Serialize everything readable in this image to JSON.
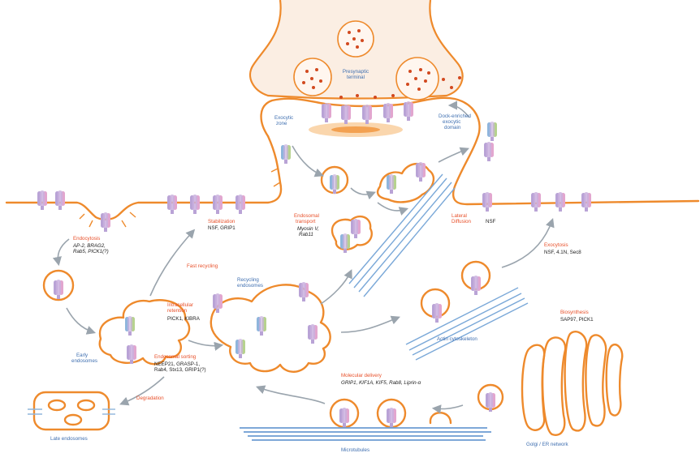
{
  "presynaptic_label": [
    "Presynaptic",
    "terminal"
  ],
  "exocytic_zone": [
    "Exocytic",
    "zone"
  ],
  "dock_domain": [
    "Dock-enriched",
    "exocytic",
    "domain"
  ],
  "endocytosis": {
    "title": "Endocytosis",
    "proteins": [
      "AP-2, BRAG2,",
      "Rab5, PICK1(?)"
    ]
  },
  "stabilization": {
    "title": "Stabilization",
    "proteins": "NSF, GRIP1"
  },
  "endosomal_transport": {
    "title": [
      "Endosomal",
      "transport"
    ],
    "proteins": [
      "Myosin V,",
      "Rab11"
    ]
  },
  "lateral_diffusion": {
    "title": [
      "Lateral",
      "Diffusion"
    ],
    "proteins": "NSF"
  },
  "exocytosis": {
    "title": "Exocytosis",
    "proteins": "NSF, 4.1N, Sec8"
  },
  "fast_recycling": "Fast recycling",
  "recycling_endosomes": [
    "Recycling",
    "endosomes"
  ],
  "intracellular_retention": {
    "title": [
      "Intracellular",
      "retention"
    ],
    "proteins": "PICK1, KIBRA"
  },
  "early_endosomes": [
    "Early",
    "endosomes"
  ],
  "endosomal_sorting": {
    "title": "Endosomal sorting",
    "proteins": [
      "NEEP21, GRASP-1,",
      "Rab4, Stx13, GRIP1(?)"
    ]
  },
  "degradation": "Degradation",
  "late_endosomes": "Late endosomes",
  "actin_cytoskeleton": "Actin cytoskeleton",
  "molecular_delivery": {
    "title": "Molecular delivery",
    "proteins": "GRIP1, KIF1A, KIF5, Rab8, Liprin-α"
  },
  "microtubules": "Microtubules",
  "biosynthesis": {
    "title": "Biosynthesis",
    "proteins": "SAP97, PICK1"
  },
  "golgi": "Golgi / ER network",
  "colors": {
    "membrane": "#ee8a2c",
    "red_text": "#e8502a",
    "blue_text": "#3f6fb0",
    "receptor_purple": "#b9a3d6",
    "receptor_pink": "#e2a6cf",
    "receptor_blue": "#8fb5dc",
    "receptor_green": "#b6d28e",
    "vesicle": "#d2491f",
    "arrow": "#9aa4ad",
    "filament": "#6b9bd2"
  }
}
